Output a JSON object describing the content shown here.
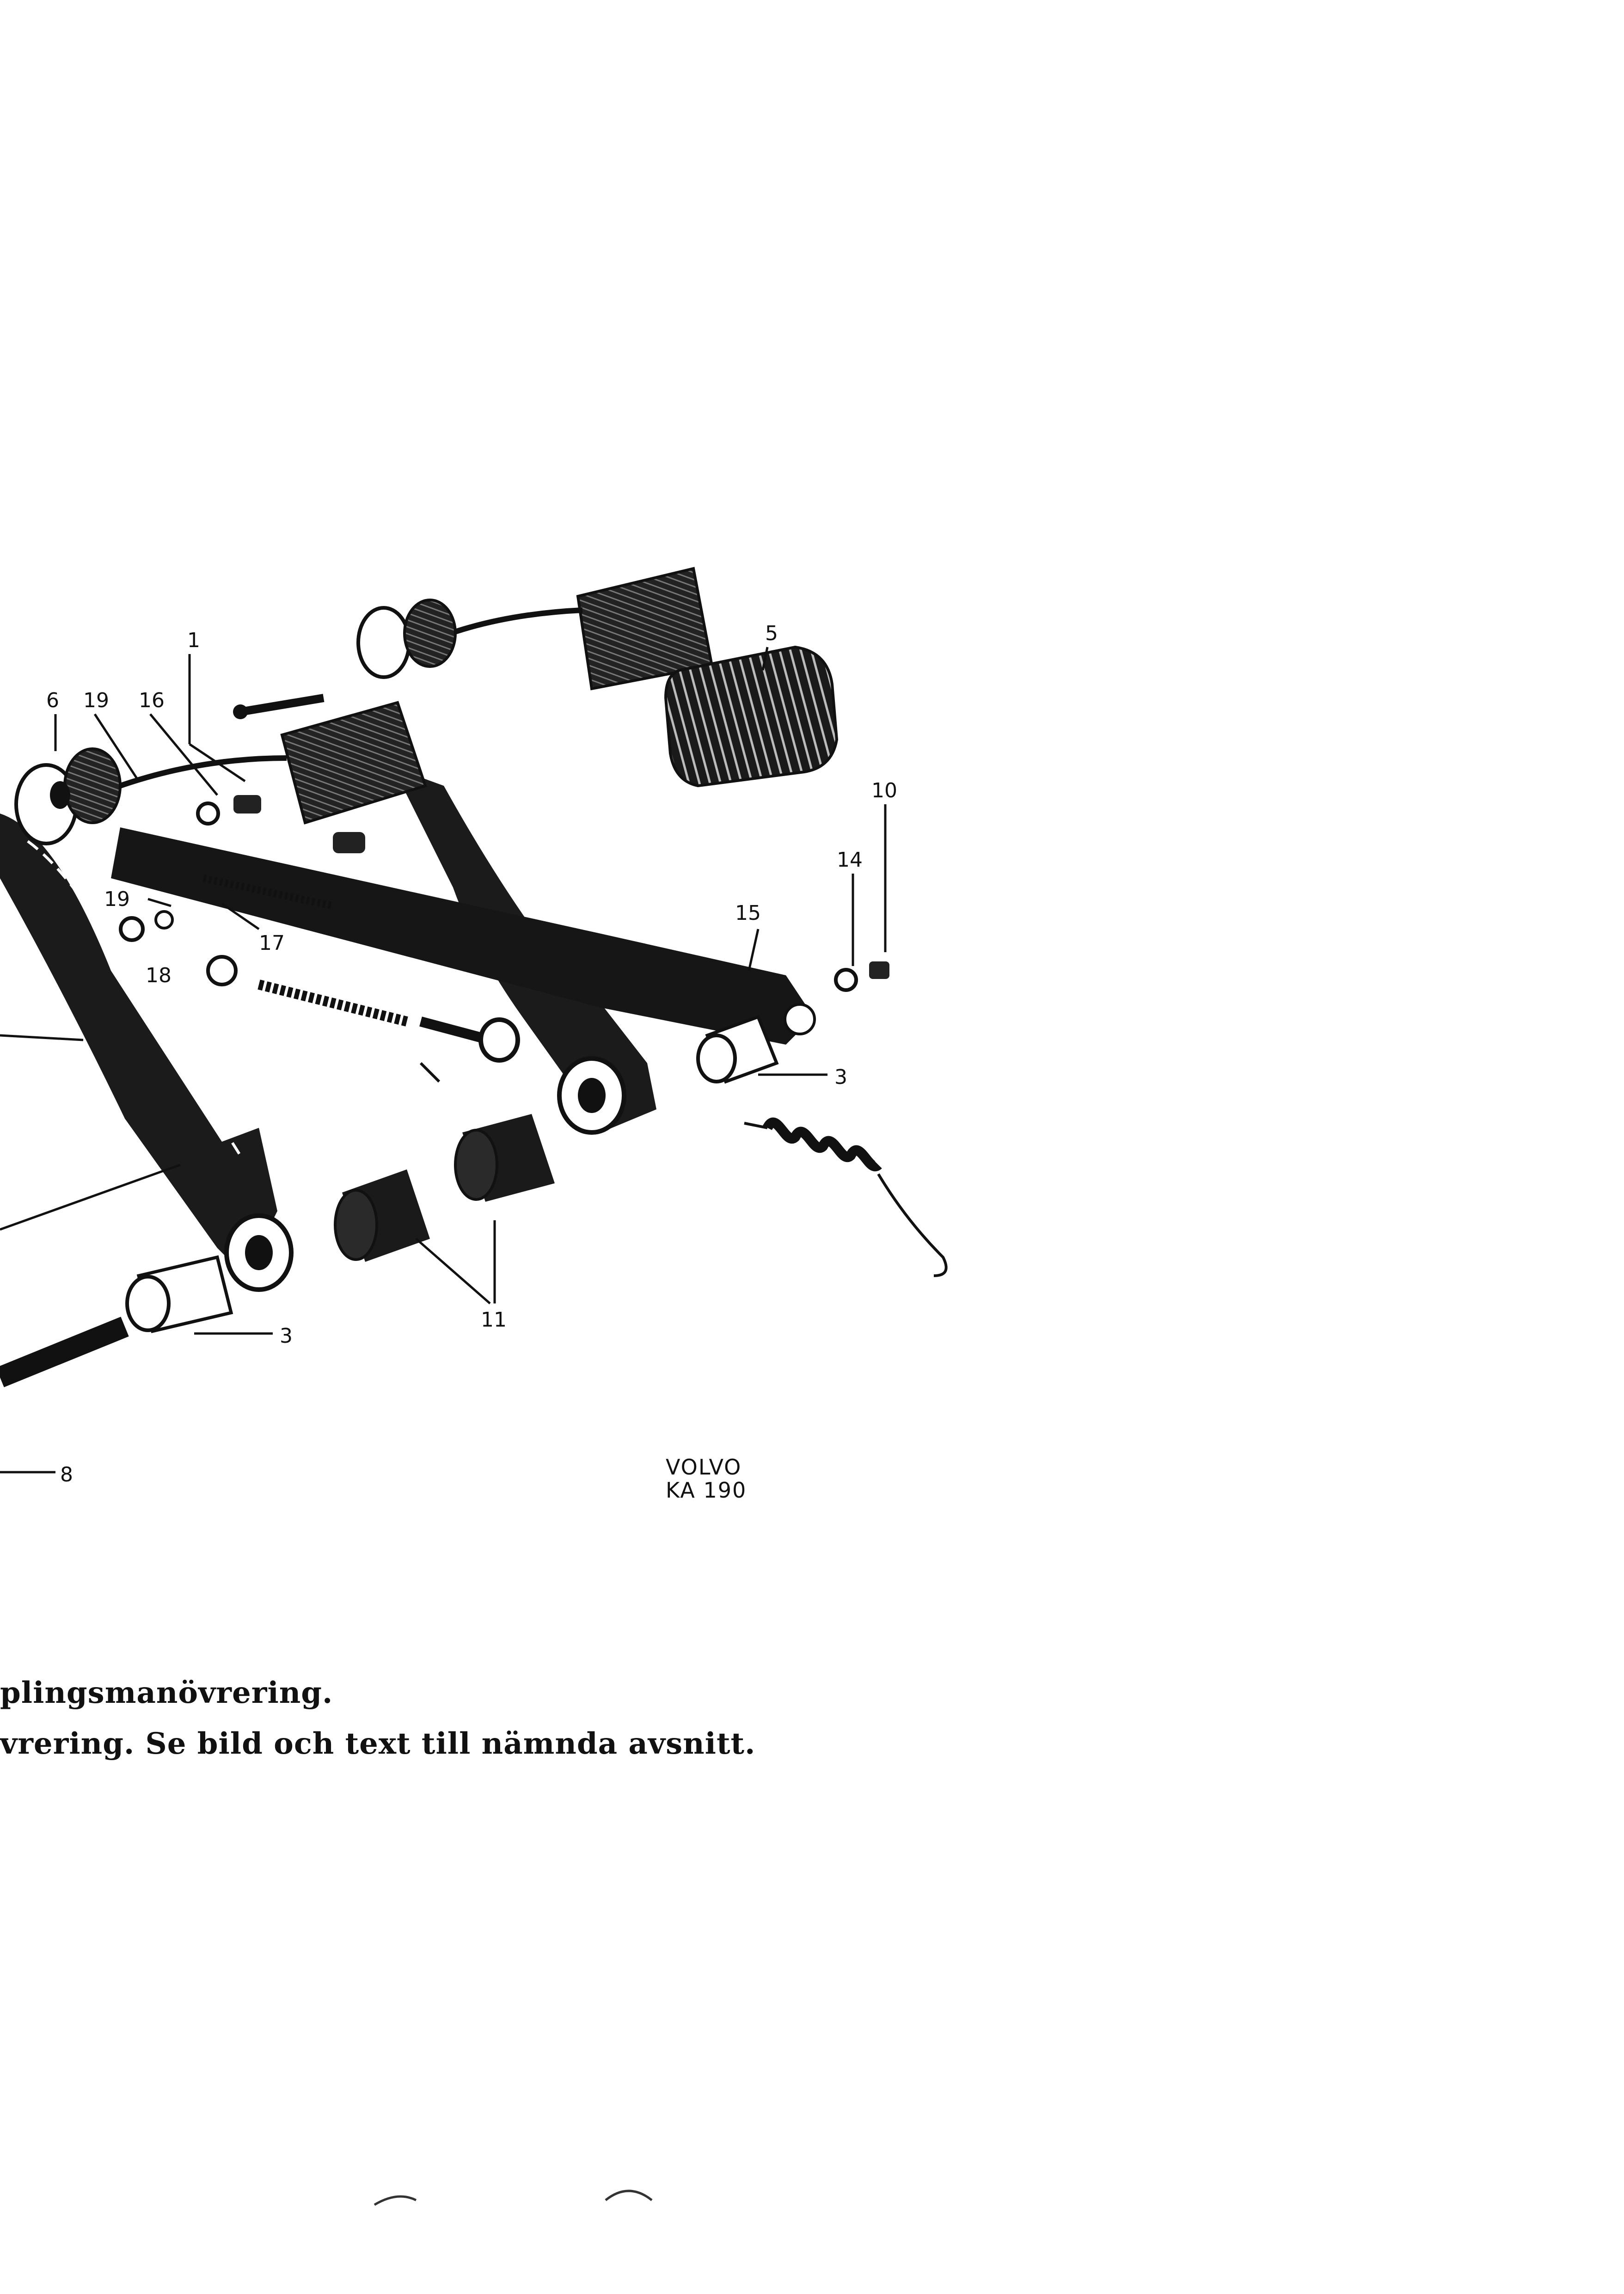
{
  "diagram": {
    "labels": [
      "1",
      "3",
      "3",
      "5",
      "6",
      "8",
      "10",
      "11",
      "14",
      "15",
      "16",
      "17",
      "18",
      "19",
      "19"
    ],
    "stamp": [
      "VOLVO",
      "KA 190"
    ]
  },
  "caption": {
    "line1": "plingsmanövrering.",
    "line2": "vrering. Se bild och text till nämnda avsnitt."
  },
  "colors": {
    "ink": "#111111",
    "paper": "#ffffff"
  }
}
